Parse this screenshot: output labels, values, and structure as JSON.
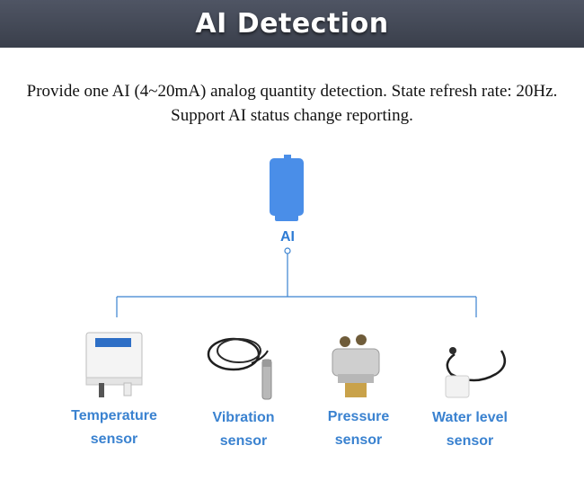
{
  "header": {
    "title": "AI Detection"
  },
  "description": "Provide one AI (4~20mA) analog quantity detection. State refresh rate: 20Hz. Support AI status change reporting.",
  "ai": {
    "label": "AI",
    "icon": "ai-port-icon"
  },
  "colors": {
    "accent": "#3a82d0",
    "header_bg": "#424754",
    "line": "#3a82d0"
  },
  "sensors": [
    {
      "name": "Temperature sensor",
      "line1": "Temperature",
      "line2": "sensor",
      "image": "temperature-sensor-image"
    },
    {
      "name": "Vibration sensor",
      "line1": "Vibration",
      "line2": "sensor",
      "image": "vibration-sensor-image"
    },
    {
      "name": "Pressure sensor",
      "line1": "Pressure",
      "line2": "sensor",
      "image": "pressure-sensor-image"
    },
    {
      "name": "Water level sensor",
      "line1": "Water level",
      "line2": "sensor",
      "image": "water-level-sensor-image"
    }
  ]
}
